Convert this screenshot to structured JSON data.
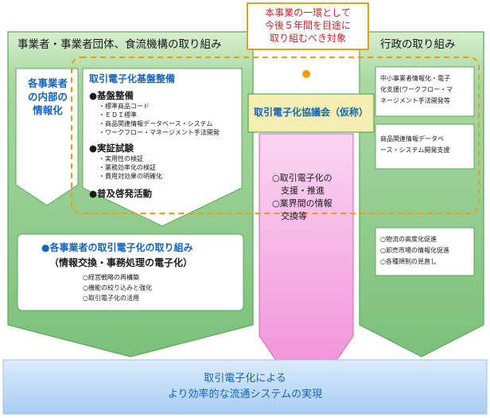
{
  "headers": {
    "left": "事業者・事業者団体、食流機構の取り組み",
    "right": "行政の取り組み"
  },
  "callout": {
    "lines": [
      "本事業の一環として",
      "今後５年間を目途に",
      "取り組むべき対象"
    ]
  },
  "internal_label": [
    "各事業者",
    "の内部の",
    "情報化"
  ],
  "infra": {
    "title": "取引電子化基盤整備",
    "sections": [
      {
        "head": "基盤整備",
        "items": [
          "・標準商品コード",
          "・ＥＤＩ標準",
          "・商品関連情報データベース・システム",
          "・ワークフロー・マネージメント手法開発"
        ]
      },
      {
        "head": "実証試験",
        "items": [
          "・実用性の検証",
          "・業務効率化の検証",
          "・費用対効果の明確化"
        ]
      },
      {
        "head": "普及啓発活動",
        "items": []
      }
    ],
    "bullet_mark": "●"
  },
  "council": "取引電子化協議会（仮称）",
  "pink": [
    "○取引電子化の",
    "　支援・推進",
    "○業界間の情報",
    "　交換等"
  ],
  "gov": {
    "box1": [
      "中小事業者情報化・電子",
      "化支援(ワークフロー・マ",
      "ネージメント手法開発等"
    ],
    "box2": [
      "商品関連情報データベ",
      "ース・システム開発支援"
    ],
    "items": [
      "○物流の高度化促進",
      "○卸売市場の情報化促進",
      "○各種規制の見直し"
    ]
  },
  "efforts": {
    "title": "●各事業者の取引電子化の取り組み",
    "subtitle": "（情報交換・事務処理の電子化）",
    "items": [
      "○経営戦略の再構築",
      "○機能の絞り込みと強化",
      "○取引電子化の活用"
    ]
  },
  "bottom": [
    "取引電子化による",
    "より効率的な流通システムの実現"
  ],
  "colors": {
    "green_header": "#cfe8c4",
    "green_body": "#8cc98c",
    "green_border": "#5aa75a",
    "orange_dash": "#f39c12",
    "red_text": "#c62828",
    "blue_text": "#1565c0",
    "pink_arrow": "#f7b8e8",
    "council_fill": "#f4efb0",
    "bottom_band": "#b3d4f5"
  }
}
